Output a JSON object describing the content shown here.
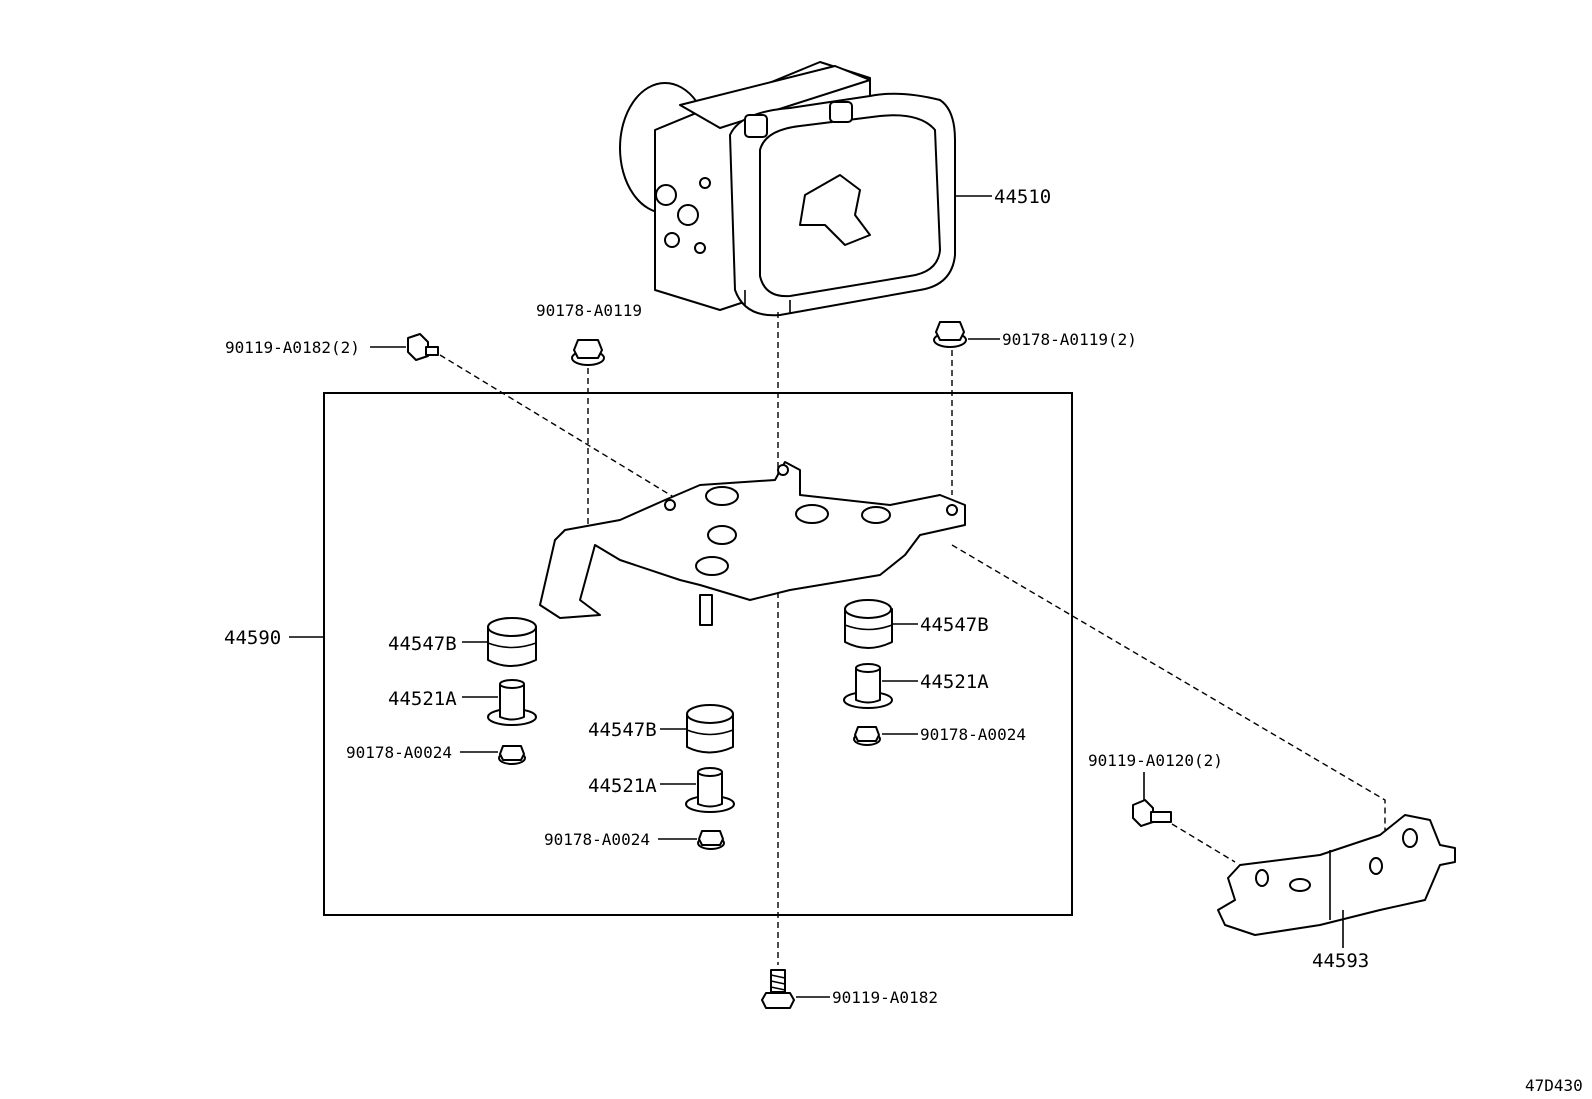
{
  "labels": {
    "abs_actuator": "44510",
    "nut_top_center": "90178-A0119",
    "nut_top_right": "90178-A0119(2)",
    "bolt_top_left": "90119-A0182(2)",
    "bracket_assy": "44590",
    "cushion_left": "44547B",
    "collar_left": "44521A",
    "nut_left": "90178-A0024",
    "cushion_center": "44547B",
    "collar_center": "44521A",
    "nut_center": "90178-A0024",
    "cushion_right": "44547B",
    "collar_right": "44521A",
    "nut_right": "90178-A0024",
    "bolt_bottom": "90119-A0182",
    "bolt_right": "90119-A0120(2)",
    "bracket_right": "44593",
    "diagram_code": "47D430"
  }
}
